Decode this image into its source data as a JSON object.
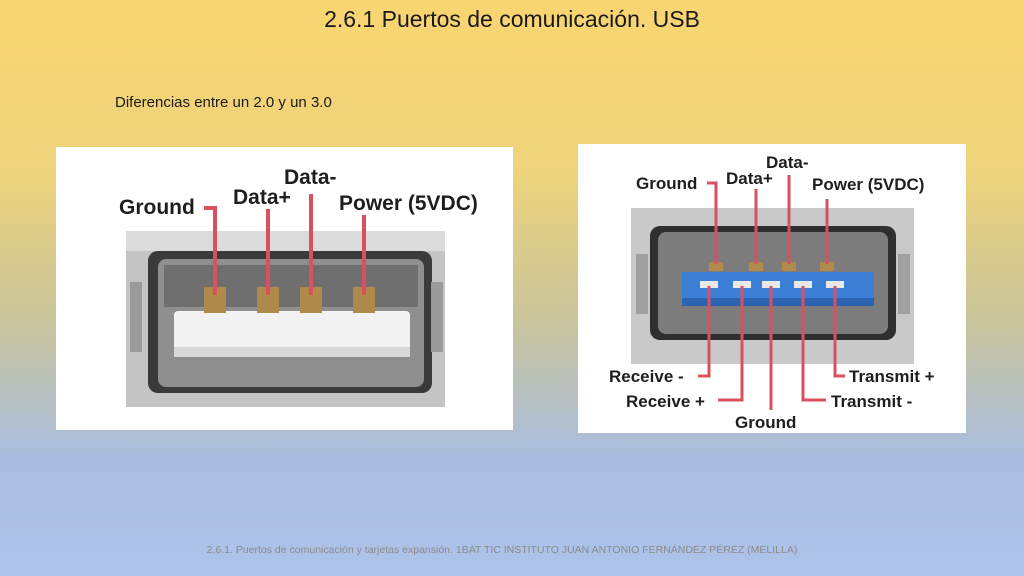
{
  "slide": {
    "title": "2.6.1 Puertos de comunicación. USB",
    "subtitle": "Diferencias entre un 2.0 y un 3.0",
    "footer": "2.6.1. Puertos de comunicación y tarjetas expansión.    1BAT TIC INSTITUTO JUAN ANTONIO FERNÁNDEZ PÉREZ (MELILLA)"
  },
  "usb2": {
    "labels": {
      "ground": "Ground",
      "data_plus": "Data+",
      "data_minus": "Data-",
      "power": "Power (5VDC)"
    }
  },
  "usb3": {
    "labels": {
      "ground_top": "Ground",
      "data_plus": "Data+",
      "data_minus": "Data-",
      "power": "Power (5VDC)",
      "receive_minus": "Receive -",
      "receive_plus": "Receive +",
      "ground_bottom": "Ground",
      "transmit_minus": "Transmit -",
      "transmit_plus": "Transmit +"
    }
  },
  "colors": {
    "leader": "#d9505f",
    "usb3_insert": "#3d7fd6",
    "metal": "#b9b9b9"
  }
}
